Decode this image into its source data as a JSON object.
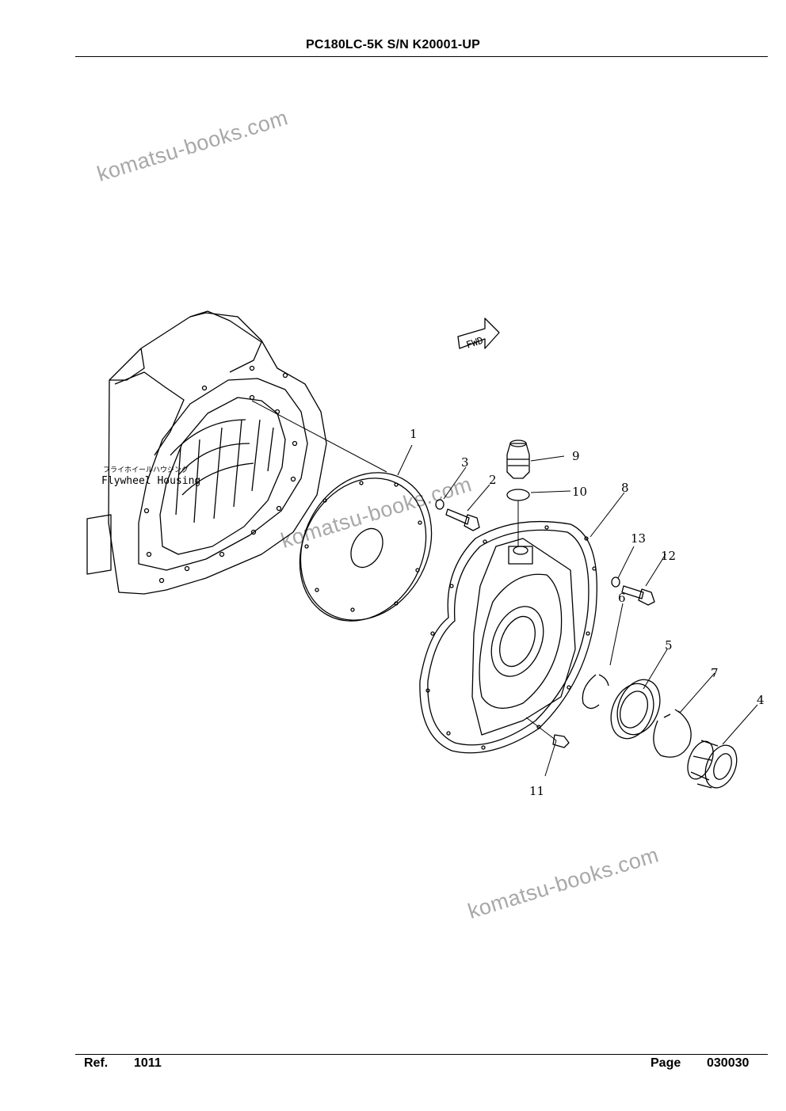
{
  "header": {
    "title": "PC180LC-5K S/N K20001-UP"
  },
  "footer": {
    "ref_label": "Ref.",
    "ref_value": "1011",
    "page_label": "Page",
    "page_value": "030030"
  },
  "watermark": {
    "text": "komatsu-books.com"
  },
  "diagram": {
    "housing_label_jp": "フライホイールハウジング",
    "housing_label_en": "Flywheel Housing",
    "fwd_label": "FWD",
    "callouts": [
      "1",
      "2",
      "3",
      "4",
      "5",
      "6",
      "7",
      "8",
      "9",
      "10",
      "11",
      "12",
      "13"
    ]
  }
}
